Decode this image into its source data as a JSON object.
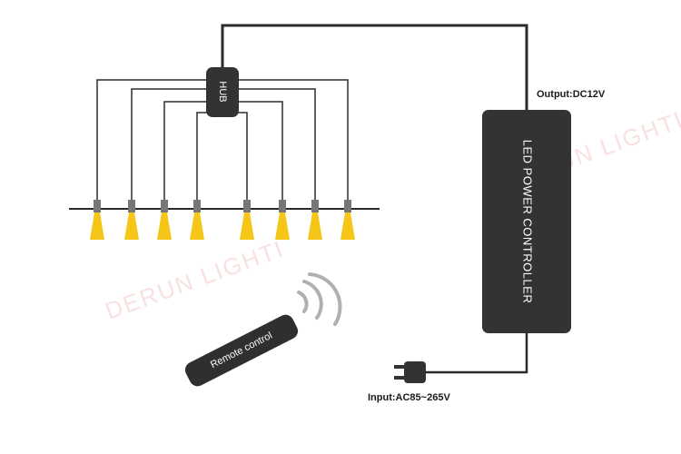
{
  "labels": {
    "hub": "HUB",
    "controller": "LED POWER CONTROLLER",
    "output": "Output:DC12V",
    "input": "Input:AC85~265V",
    "remote": "Remote control"
  },
  "watermarks": [
    "DERUN LIGHTI",
    "DERUN LIGHTI"
  ],
  "colors": {
    "wire": "#2b2b2b",
    "device": "#333333",
    "beam": "#f5c518",
    "watermark": "#f4c9c9"
  },
  "lamp_count": 8
}
